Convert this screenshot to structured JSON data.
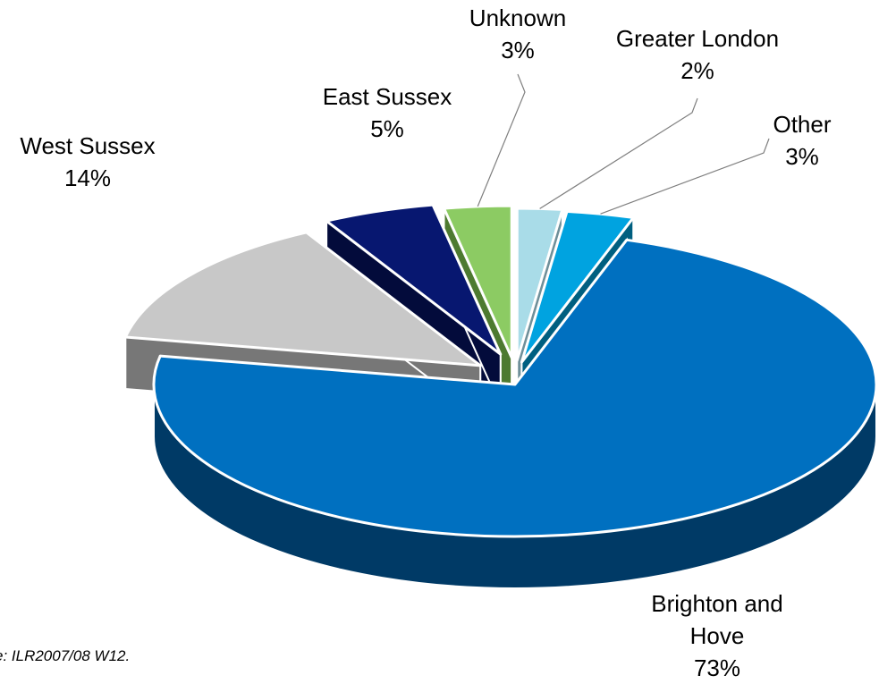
{
  "chart_data": {
    "type": "pie",
    "title": "",
    "slices": [
      {
        "label": "Brighton and Hove",
        "percent_label": "73%",
        "value": 73,
        "color": "#0070C0",
        "side_color": "#003A66"
      },
      {
        "label": "West Sussex",
        "percent_label": "14%",
        "value": 14,
        "color": "#C8C8C8",
        "side_color": "#777777"
      },
      {
        "label": "East Sussex",
        "percent_label": "5%",
        "value": 5,
        "color": "#071770",
        "side_color": "#030B3B"
      },
      {
        "label": "Unknown",
        "percent_label": "3%",
        "value": 3,
        "color": "#8CCB63",
        "side_color": "#4D7A30"
      },
      {
        "label": "Greater London",
        "percent_label": "2%",
        "value": 2,
        "color": "#A9DCE8",
        "side_color": "#6E8F99"
      },
      {
        "label": "Other",
        "percent_label": "3%",
        "value": 3,
        "color": "#00A3E0",
        "side_color": "#005F80"
      }
    ],
    "exploded": true,
    "three_d": true
  },
  "source_note": "e: ILR2007/08 W12."
}
